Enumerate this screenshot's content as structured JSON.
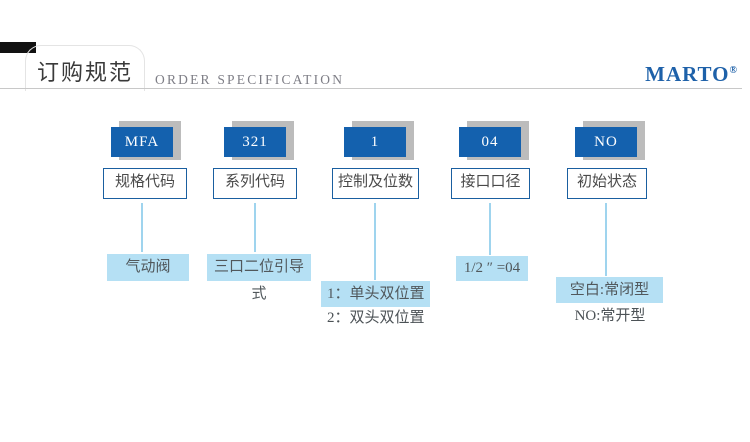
{
  "header": {
    "title_cn": "订购规范",
    "title_en": "ORDER SPECIFICATION",
    "brand": "MARTO",
    "brand_mark": "®"
  },
  "colors": {
    "primary_blue": "#1461ae",
    "brand_blue": "#1e61a9",
    "border_blue": "#1a5fa0",
    "highlight_blue": "#b5e0f4",
    "line_blue": "#9fd4ee",
    "shadow_gray": "#bcbcbc",
    "divider_gray": "#c8c8c8",
    "accent_black": "#111111"
  },
  "columns": [
    {
      "code": "MFA",
      "label": "规格代码",
      "options": [
        {
          "text": "气动阀",
          "highlight": true
        }
      ]
    },
    {
      "code": "321",
      "label": "系列代码",
      "options": [
        {
          "text": "三口二位引导式",
          "highlight": true
        }
      ]
    },
    {
      "code": "1",
      "label": "控制及位数",
      "options": [
        {
          "text": "1：单头双位置",
          "highlight": true
        },
        {
          "text": "2：双头双位置",
          "highlight": false
        }
      ]
    },
    {
      "code": "04",
      "label": "接口口径",
      "options": [
        {
          "text": "1/2 ″ =04",
          "highlight": true
        }
      ]
    },
    {
      "code": "NO",
      "label": "初始状态",
      "options": [
        {
          "text": "空白:常闭型",
          "highlight": true
        },
        {
          "text": "NO:常开型",
          "highlight": false
        }
      ]
    }
  ]
}
